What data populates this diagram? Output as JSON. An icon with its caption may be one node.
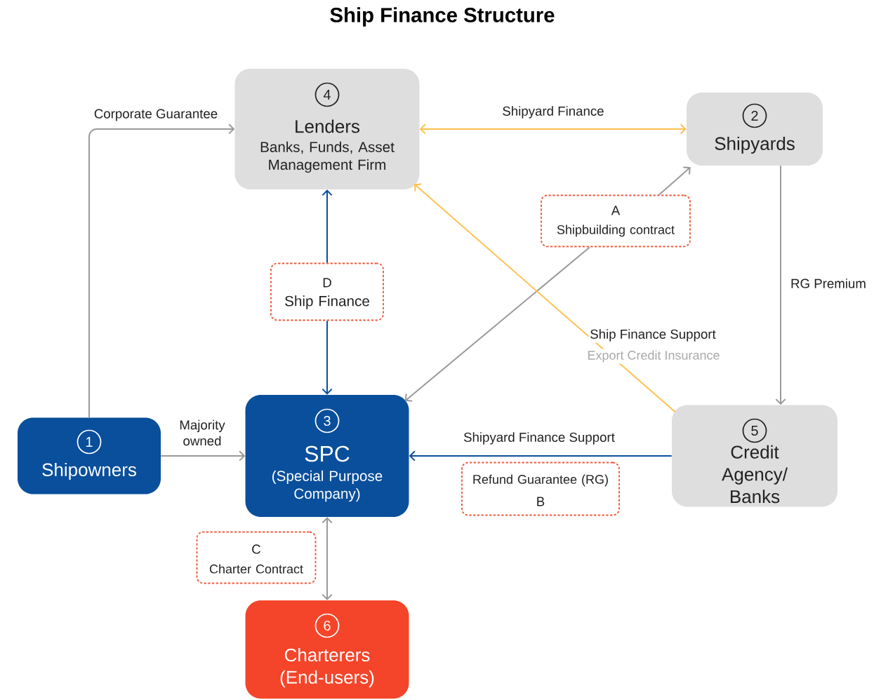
{
  "diagram": {
    "title": "Ship Finance Structure",
    "nodes": [
      {
        "text": [
          "4",
          "Lenders",
          "Banks, Funds, Asset Management Firm"
        ]
      },
      {
        "text": [
          "2",
          "Shipyards"
        ]
      },
      {
        "text": [
          "A",
          "Shipbuilding contract"
        ]
      },
      {
        "text": [
          "D",
          "Ship Finance"
        ]
      },
      {
        "text": [
          "1",
          "Shipowners"
        ]
      },
      {
        "text": [
          "3",
          "SPC",
          "(Special Purpose Company)"
        ]
      },
      {
        "text": [
          "5",
          "Credit Agency/ Banks"
        ]
      },
      {
        "text": [
          "Refund Guarantee (RG)",
          "B"
        ]
      },
      {
        "text": [
          "C",
          "Charter Contract"
        ]
      },
      {
        "text": [
          "6",
          "Charterers (End-users)"
        ]
      }
    ],
    "edges": [
      {
        "from": 4,
        "to": 0,
        "arrow": "to",
        "label": "Corporate Guarantee"
      },
      {
        "from": 0,
        "to": 1,
        "arrow": "both",
        "label": "Shipyard Finance",
        "color": "#ffc04d"
      },
      {
        "from": 3,
        "to": 0,
        "arrow": "to",
        "color": "#0a4f9c"
      },
      {
        "from": 3,
        "to": 5,
        "arrow": "to",
        "color": "#0a4f9c"
      },
      {
        "from": 2,
        "to": 1,
        "arrow": "to"
      },
      {
        "from": 2,
        "to": 5,
        "arrow": "to"
      },
      {
        "from": 1,
        "to": 6,
        "arrow": "to",
        "label": "RG Premium"
      },
      {
        "from": 6,
        "to": 0,
        "arrow": "to",
        "label": "Ship Finance Support",
        "color": "#ffc04d"
      },
      {
        "from": 6,
        "to": 5,
        "arrow": "to",
        "label": "Shipyard Finance Support",
        "color": "#0a4f9c"
      },
      {
        "from": 4,
        "to": 5,
        "arrow": "to",
        "label": "Majority owned"
      },
      {
        "from": 5,
        "to": 9,
        "arrow": "both"
      }
    ],
    "labels": [
      "Export Credit Insurance"
    ]
  }
}
